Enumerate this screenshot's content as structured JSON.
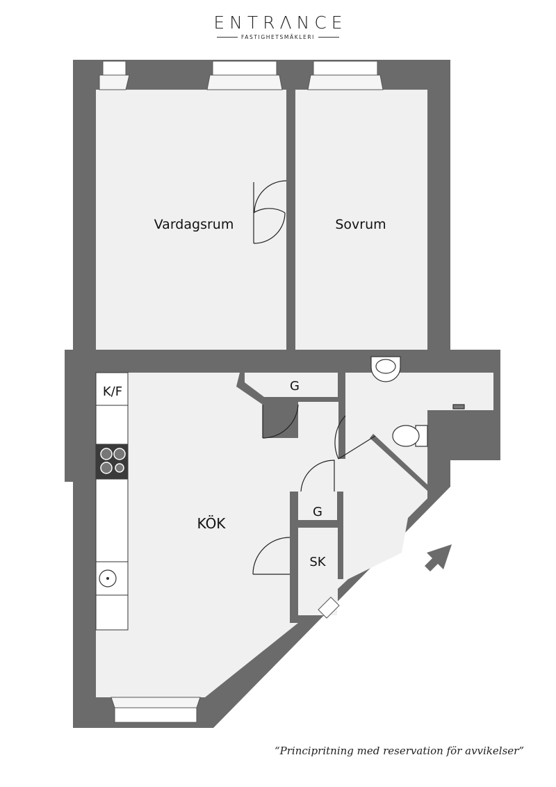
{
  "brand": {
    "name": "ENTRΛNCE",
    "subtitle": "FASTIGHETSMÄKLERI"
  },
  "rooms": {
    "vardagsrum": "Vardagsrum",
    "sovrum": "Sovrum",
    "kok": "KÖK",
    "kf": "K/F",
    "g_upper": "G",
    "g_lower": "G",
    "sk": "SK"
  },
  "disclaimer": "“Principritning med reservation för avvikelser”",
  "colors": {
    "wall": "#6b6b6b",
    "floor": "#f0f0f0",
    "window": "#ffffff",
    "line": "#222222"
  }
}
